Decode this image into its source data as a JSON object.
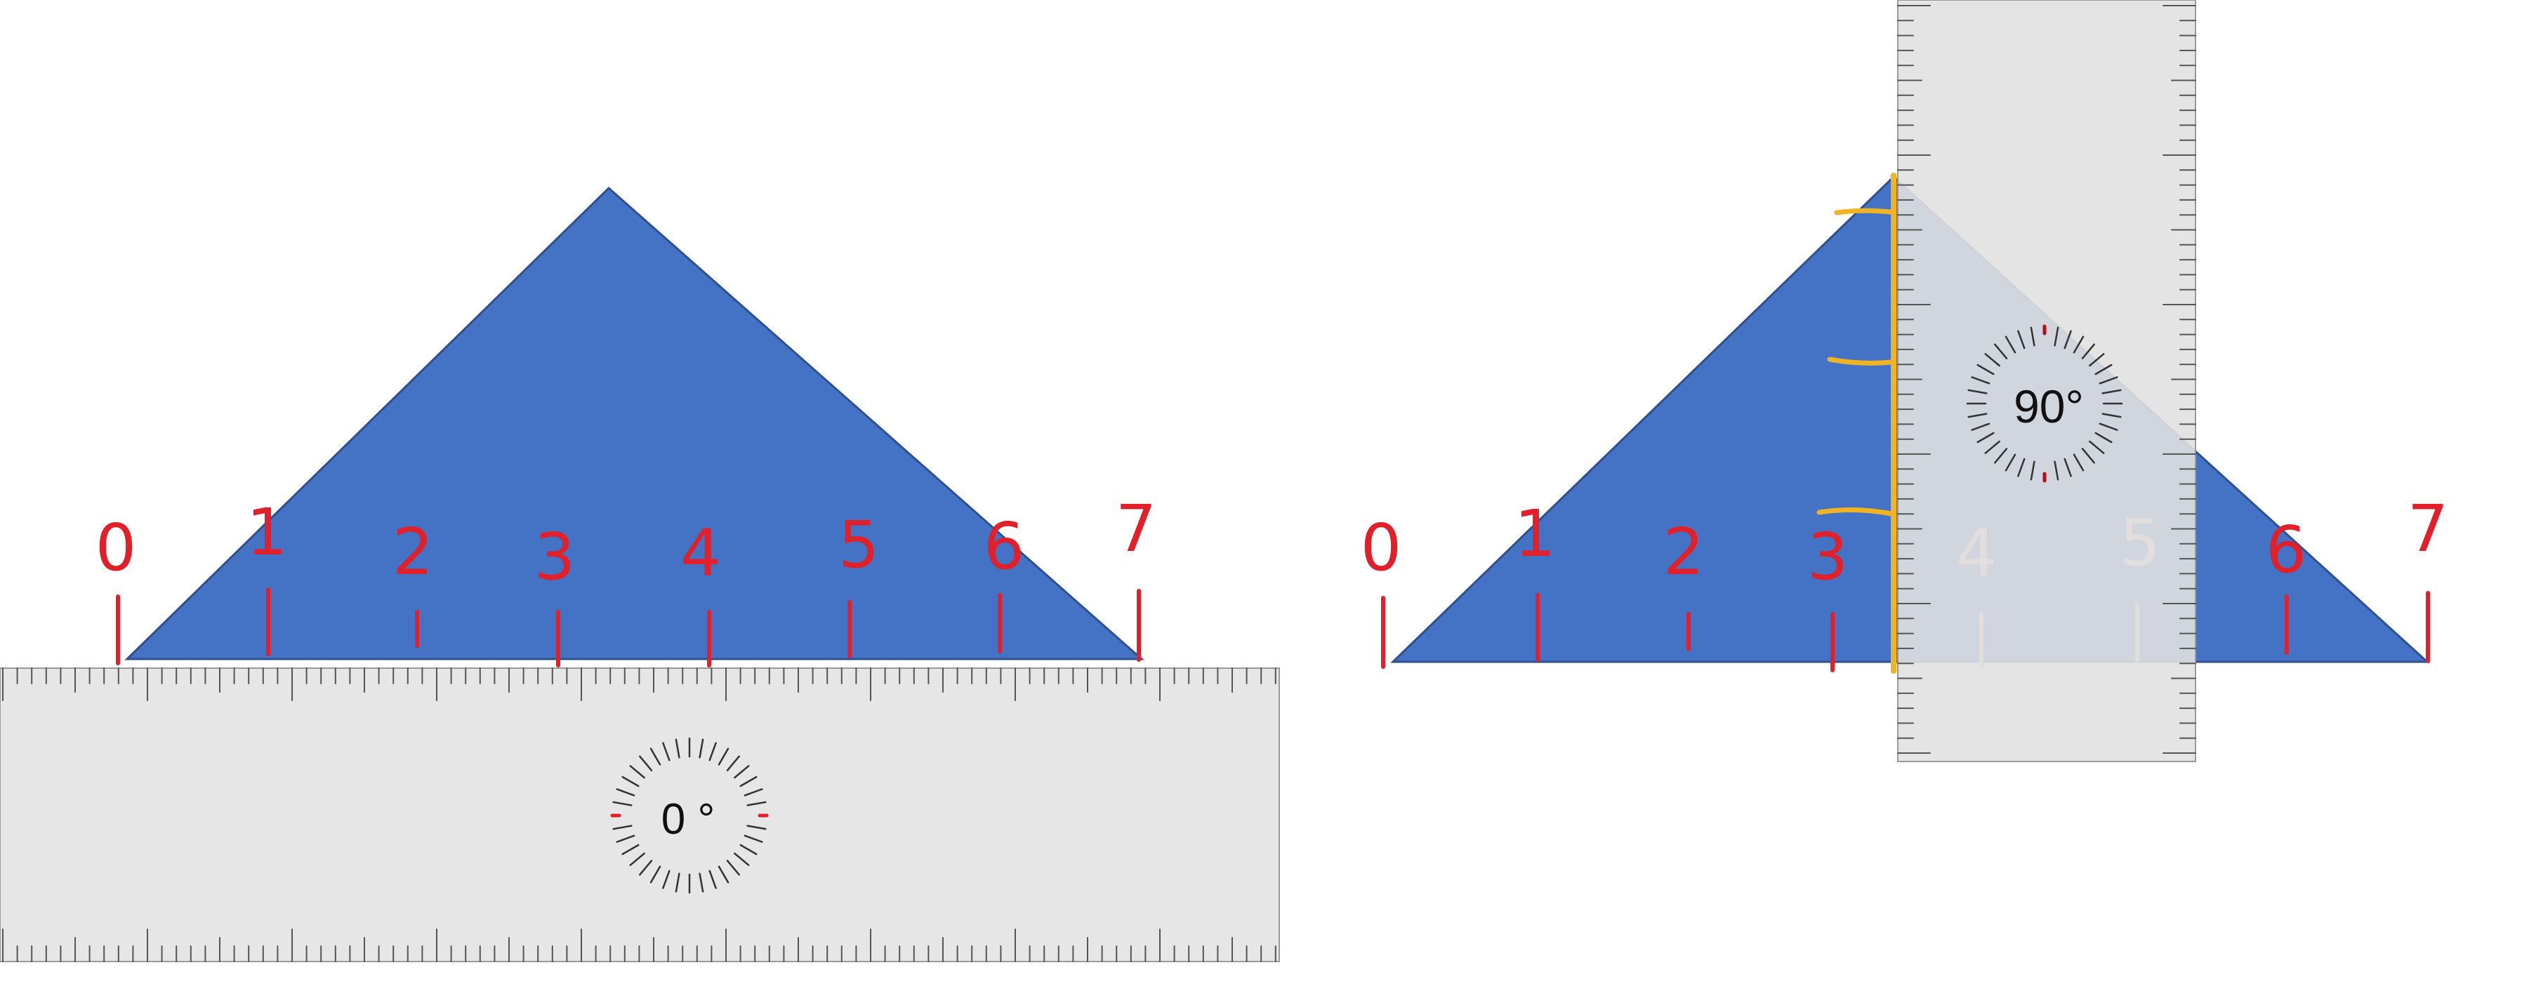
{
  "colors": {
    "triangle": "#4472C4",
    "triangle_edge": "#2F4F8F",
    "ruler": "#E6E6E6",
    "ruler_overlay": "#D8DCE6",
    "ink": "#E0202A",
    "ink_faded": "#F2C4C4",
    "highlight": "#F0B323",
    "tick": "#555555"
  },
  "left_panel": {
    "numbers": [
      "0",
      "1",
      "2",
      "3",
      "4",
      "5",
      "6",
      "7"
    ],
    "ruler_angle": "0 °"
  },
  "right_panel": {
    "numbers": [
      "0",
      "1",
      "2",
      "3",
      "4",
      "5",
      "6",
      "7"
    ],
    "ruler_angle": "90°"
  }
}
